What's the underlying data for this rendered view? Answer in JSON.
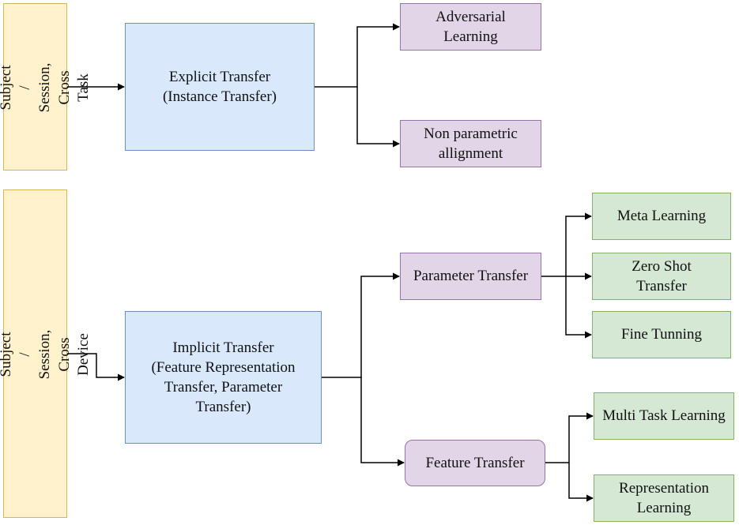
{
  "groups": {
    "top": {
      "label": "Cross Subject / Session,\nCross Task"
    },
    "bottom": {
      "label": "Cross Subject / Session, Cross Device"
    }
  },
  "nodes": {
    "explicit": "Explicit Transfer\n(Instance Transfer)",
    "adversarial": "Adversarial\nLearning",
    "nonparam": "Non parametric\nallignment",
    "implicit": "Implicit Transfer\n(Feature Representation\nTransfer, Parameter\nTransfer)",
    "parameter": "Parameter Transfer",
    "feature": "Feature Transfer",
    "meta": "Meta Learning",
    "zeroshot": "Zero Shot\nTransfer",
    "finetune": "Fine Tunning",
    "multitask": "Multi Task Learning",
    "representation": "Representation\nLearning"
  },
  "colors": {
    "yellow_fill": "#fff2cc",
    "blue_fill": "#dae8fc",
    "purple_fill": "#e1d5e7",
    "green_fill": "#d5e8d4",
    "line": "#000000"
  }
}
